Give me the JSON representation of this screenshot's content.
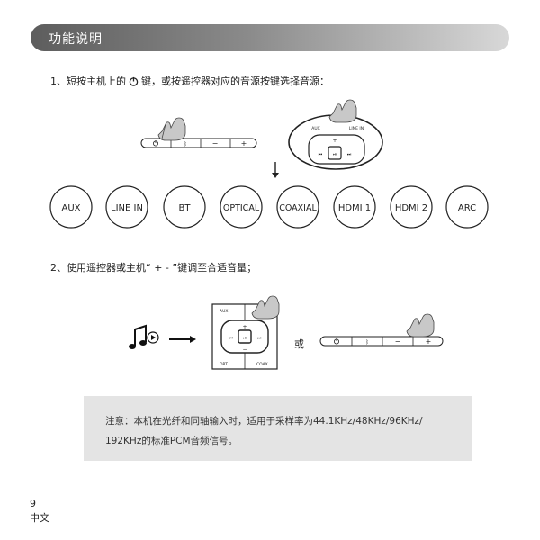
{
  "header": {
    "title": "功能说明"
  },
  "step1": {
    "before": "1、短按主机上的",
    "after": "键，或按遥控器对应的音源按键选择音源："
  },
  "step2": {
    "text": "2、使用遥控器或主机“ + - ”键调至合适音量；"
  },
  "sources": [
    "AUX",
    "LINE IN",
    "BT",
    "OPTICAL",
    "COAXIAL",
    "HDMI 1",
    "HDMI 2",
    "ARC"
  ],
  "remote": {
    "aux": "AUX",
    "line_in": "LINE IN",
    "plus": "+",
    "minus": "−",
    "opt": "OPT",
    "coax": "COAX"
  },
  "soundbar": {
    "minus": "−",
    "plus": "+"
  },
  "or_text": "或",
  "note": {
    "line1": "注意：本机在光纤和同轴输入时，适用于采样率为44.1KHz/48KHz/96KHz/",
    "line2": "192KHz的标准PCM音频信号。"
  },
  "footer": {
    "page": "9",
    "lang": "中文"
  }
}
